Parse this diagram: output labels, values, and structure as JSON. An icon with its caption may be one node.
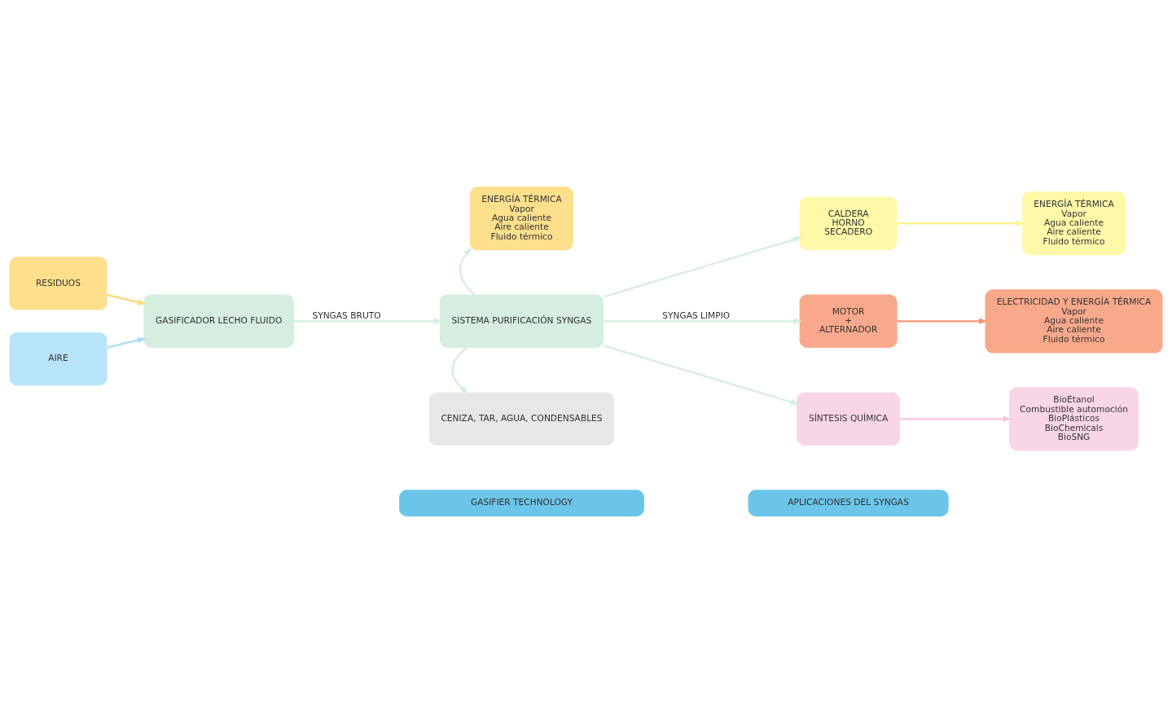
{
  "diagram": {
    "nodes": [
      {
        "text": [
          "RESIDUOS"
        ]
      },
      {
        "text": [
          "AIRE"
        ]
      },
      {
        "text": [
          "GASIFICADOR LECHO FLUIDO"
        ]
      },
      {
        "text": [
          "SISTEMA PURIFICACIÓN SYNGAS"
        ]
      },
      {
        "text": [
          "ENERGÍA TÉRMICA",
          "Vapor",
          "Agua caliente",
          "Aire caliente",
          "Fluido térmico"
        ]
      },
      {
        "text": [
          "CENIZA, TAR, AGUA, CONDENSABLES"
        ]
      },
      {
        "text": [
          "CALDERA",
          "HORNO",
          "SECADERO"
        ]
      },
      {
        "text": [
          "ENERGÍA TÉRMICA",
          "Vapor",
          "Agua caliente",
          "Aire caliente",
          "Fluido térmico"
        ]
      },
      {
        "text": [
          "MOTOR",
          "+",
          "ALTERNADOR"
        ]
      },
      {
        "text": [
          "ELECTRICIDAD Y ENERGÍA TÉRMICA",
          "Vapor",
          "Agua caliente",
          "Aire caliente",
          "Fluido térmico"
        ]
      },
      {
        "text": [
          "SÍNTESIS QUÍMICA"
        ]
      },
      {
        "text": [
          "BioEtanol",
          "Combustible automoción",
          "BioPlásticos",
          "BioChemicals",
          "BioSNG"
        ]
      },
      {
        "text": [
          "GASIFIER TECHNOLOGY"
        ]
      },
      {
        "text": [
          "APLICACIONES DEL SYNGAS"
        ]
      }
    ],
    "edges": [
      {
        "from": 0,
        "to": 2,
        "arrow": "to",
        "color": "#fbd97a"
      },
      {
        "from": 1,
        "to": 2,
        "arrow": "to",
        "color": "#a9dcf5"
      },
      {
        "from": 2,
        "to": 3,
        "arrow": "to",
        "label": "SYNGAS BRUTO"
      },
      {
        "from": 3,
        "to": 4,
        "arrow": "to"
      },
      {
        "from": 3,
        "to": 5,
        "arrow": "to"
      },
      {
        "from": 3,
        "to": 6,
        "arrow": "to"
      },
      {
        "from": 3,
        "to": 8,
        "arrow": "to",
        "label": "SYNGAS LIMPIO"
      },
      {
        "from": 3,
        "to": 10,
        "arrow": "to"
      },
      {
        "from": 6,
        "to": 7,
        "arrow": "to",
        "color": "#fdf48e"
      },
      {
        "from": 8,
        "to": 9,
        "arrow": "to",
        "color": "#f7966f"
      },
      {
        "from": 10,
        "to": 11,
        "arrow": "to",
        "color": "#f7c3dc"
      }
    ]
  }
}
